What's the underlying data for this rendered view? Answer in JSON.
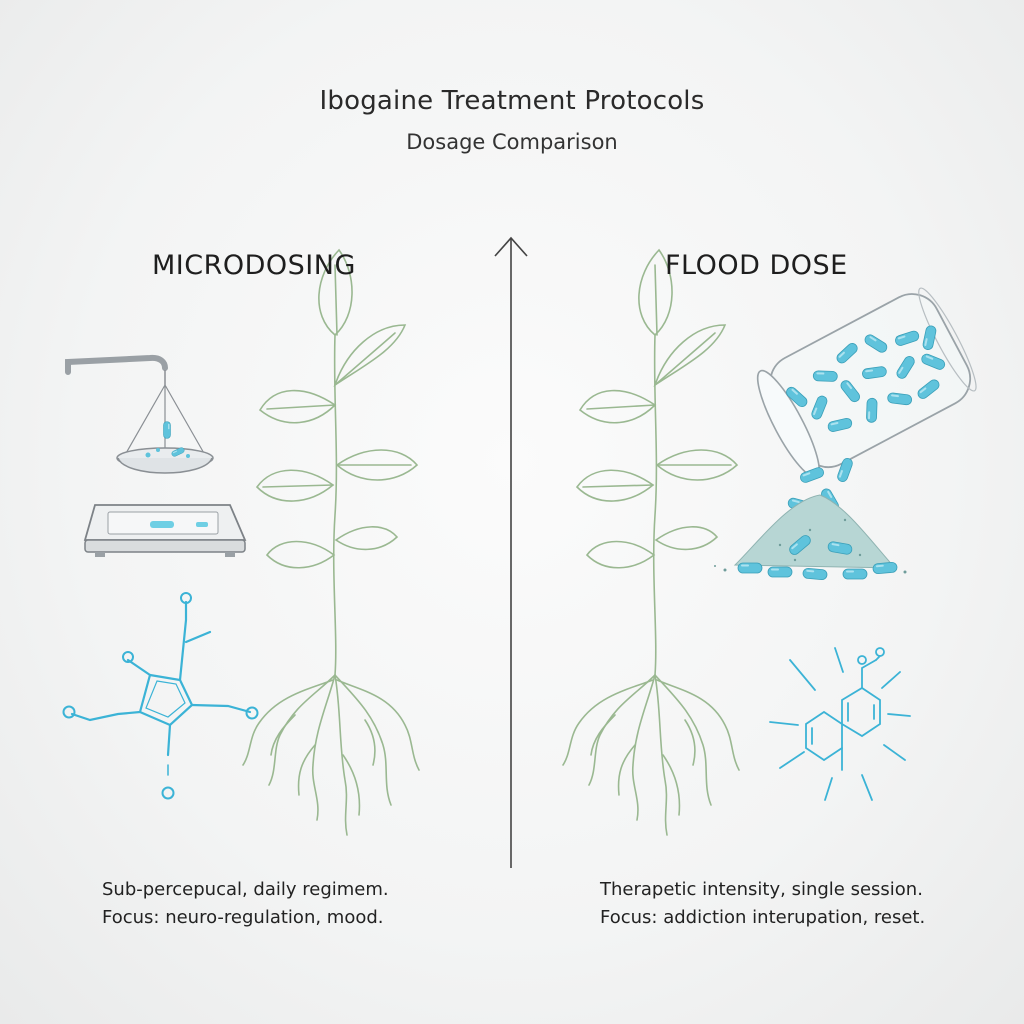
{
  "header": {
    "title": "Ibogaine Treatment Protocols",
    "subtitle": "Dosage Comparison"
  },
  "panels": {
    "left": {
      "heading": "MICRODOSING",
      "description": [
        "Sub-percepucal, daily regimem.",
        "Focus: neuro-regulation, mood."
      ]
    },
    "right": {
      "heading": "FLOOD DOSE",
      "description": [
        "Therapetic intensity, single session.",
        "Focus: addiction interupation, reset."
      ]
    }
  },
  "colors": {
    "plant": "#9ab891",
    "capsule": "#5fc3dc",
    "molecule": "#3bb3d6",
    "axis": "#444444",
    "equipment": "#8a8f94"
  },
  "icons": [
    "scale-icon",
    "plant-icon",
    "molecule-icon",
    "pill-jar-icon",
    "axis-arrow-icon"
  ]
}
